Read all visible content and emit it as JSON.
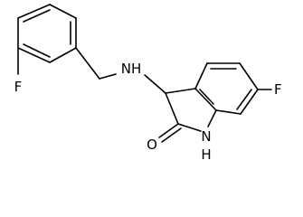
{
  "structure": {
    "atoms": {
      "fluorine_left": "F",
      "amine": "NH",
      "fluorine_right": "F",
      "oxygen": "O",
      "ring_nitrogen": "N",
      "ring_nitrogen_h": "H"
    },
    "colors": {
      "bonds": "#000000",
      "labels": "#000000",
      "background": "#ffffff"
    }
  }
}
